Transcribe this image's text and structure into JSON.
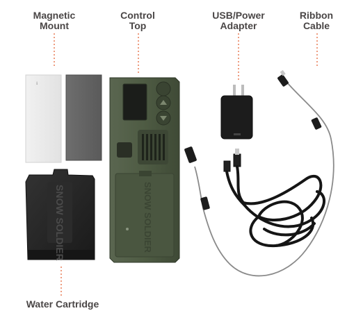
{
  "labels": {
    "magnetic_mount": [
      "Magnetic",
      "Mount"
    ],
    "control_top": [
      "Control",
      "Top"
    ],
    "usb_power_adapter": [
      "USB/Power",
      "Adapter"
    ],
    "ribbon_cable": [
      "Ribbon",
      "Cable"
    ],
    "water_cartridge": "Water Cartridge"
  },
  "colors": {
    "label_text": "#4a4646",
    "leader_line": "#e87b55",
    "control_top_body": "#4e5b43",
    "cartridge_body": "#262626",
    "adapter_body": "#1c1c1c",
    "cable": "#151515"
  },
  "brand_marks": {
    "device_logo": "SNOW SOLDIER",
    "cartridge_logo": "SNOW SOLDIER"
  }
}
